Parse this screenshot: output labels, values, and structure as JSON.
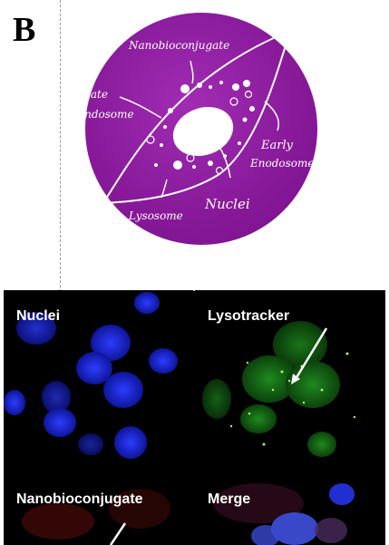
{
  "figure": {
    "panel_label": "B",
    "schematic": {
      "labels": {
        "nanobioconjugate": "Nanobioconjugate",
        "late_endosome_1": "late",
        "late_endosome_2": "endosome",
        "early_endosome_1": "Early",
        "early_endosome_2": "Enodosome",
        "lysosome": "Lysosome",
        "nuclei": "Nuclei"
      },
      "colors": {
        "disc": "#8b1a9c",
        "disc_light": "#a12cb3",
        "ink": "#ffffff"
      }
    },
    "micrographs": {
      "nuclei": {
        "label": "Nuclei",
        "color": "#1d2bd6"
      },
      "lysotracker": {
        "label": "Lysotracker",
        "color": "#2bb82b"
      },
      "nanobioconjugate": {
        "label": "Nanobioconjugate",
        "color": "#5a0f0f"
      },
      "merge": {
        "label": "Merge"
      }
    }
  }
}
